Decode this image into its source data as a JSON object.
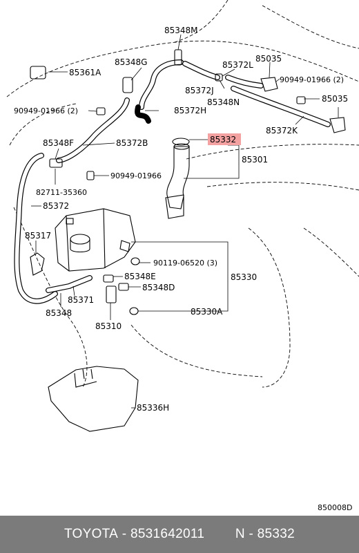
{
  "labels": {
    "p85348M": "85348M",
    "p85348G": "85348G",
    "p85361A": "85361A",
    "p85035a": "85035",
    "p85372L": "85372L",
    "p90949_2a": "90949-01966 (2)",
    "p85372J": "85372J",
    "p85035b": "85035",
    "p85348N": "85348N",
    "p90949_2b": "90949-01966 (2)",
    "p85372H": "85372H",
    "p85372K": "85372K",
    "p85348F": "85348F",
    "p85372B": "85372B",
    "p85332": "85332",
    "p85301": "85301",
    "p90949": "90949-01966",
    "p82711": "82711-35360",
    "p85372": "85372",
    "p85317": "85317",
    "p90119": "90119-06520 (3)",
    "p85330": "85330",
    "p85348E": "85348E",
    "p85348D": "85348D",
    "p85371": "85371",
    "p85348": "85348",
    "p85330A": "85330A",
    "p85310": "85310",
    "p85336H": "85336H"
  },
  "highlight_part": "85332",
  "highlight_color": "#f4a1a1",
  "diagram_code": "850008D",
  "footer": {
    "brand": "TOYOTA",
    "separator": " - ",
    "part_number": "8531642011",
    "ref_prefix": "N - ",
    "ref_number": "85332"
  }
}
